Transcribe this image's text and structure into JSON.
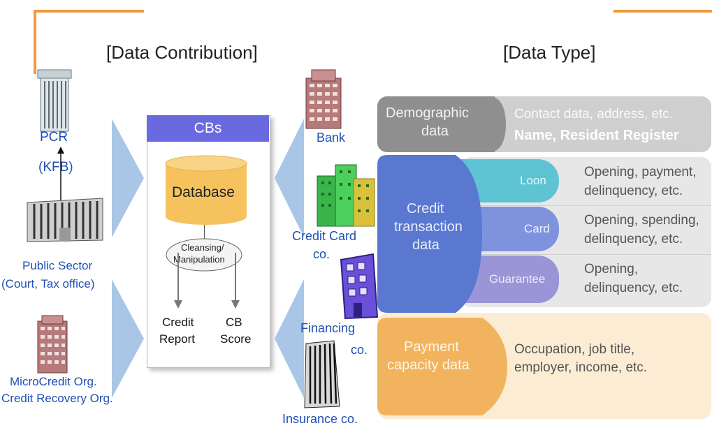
{
  "headings": {
    "contribution": "[Data Contribution]",
    "type": "[Data Type]"
  },
  "sources": {
    "pcr_line1": "PCR",
    "pcr_line2": "(KFB)",
    "public_line1": "Public Sector",
    "public_line2": "(Court, Tax office)",
    "micro_line1": "MicroCredit Org.",
    "micro_line2": "Credit Recovery Org."
  },
  "cbs": {
    "title": "CBs",
    "database": "Database",
    "cleansing_line1": "Cleansing/",
    "cleansing_line2": "Manipulation",
    "report_line1": "Credit",
    "report_line2": "Report",
    "score_line1": "CB",
    "score_line2": "Score"
  },
  "institutions": {
    "bank": "Bank",
    "card_line1": "Credit Card",
    "card_line2": "co.",
    "financing_line1": "Financing",
    "financing_line2": "co.",
    "insurance": "Insurance co."
  },
  "data_types": {
    "demographic": {
      "label_line1": "Demographic",
      "label_line2": "data",
      "detail_line1": "Contact data, address, etc.",
      "detail_line2": "Name, Resident Register"
    },
    "credit": {
      "label_line1": "Credit",
      "label_line2": "transaction",
      "label_line3": "data",
      "rows": [
        {
          "name": "Loon",
          "detail_line1": "Opening, payment,",
          "detail_line2": "delinquency, etc."
        },
        {
          "name": "Card",
          "detail_line1": "Opening, spending,",
          "detail_line2": "delinquency, etc."
        },
        {
          "name": "Guarantee",
          "detail_line1": "Opening,",
          "detail_line2": "delinquency, etc."
        }
      ]
    },
    "payment": {
      "label_line1": "Payment",
      "label_line2": "capacity data",
      "detail_line1": "Occupation, job title,",
      "detail_line2": "employer, income, etc."
    }
  },
  "colors": {
    "frame_accent": "#f39a3d",
    "cbs_header": "#6a6ae0",
    "database": "#f5c25e",
    "arrow": "#a9c6e6",
    "label_blue": "#1f4fb5",
    "demographic": "#8f8f8f",
    "credit": "#5a78cf",
    "loan": "#5ec3d3",
    "card": "#7f92de",
    "guarantee": "#9a95d6",
    "payment": "#f2b35f"
  }
}
